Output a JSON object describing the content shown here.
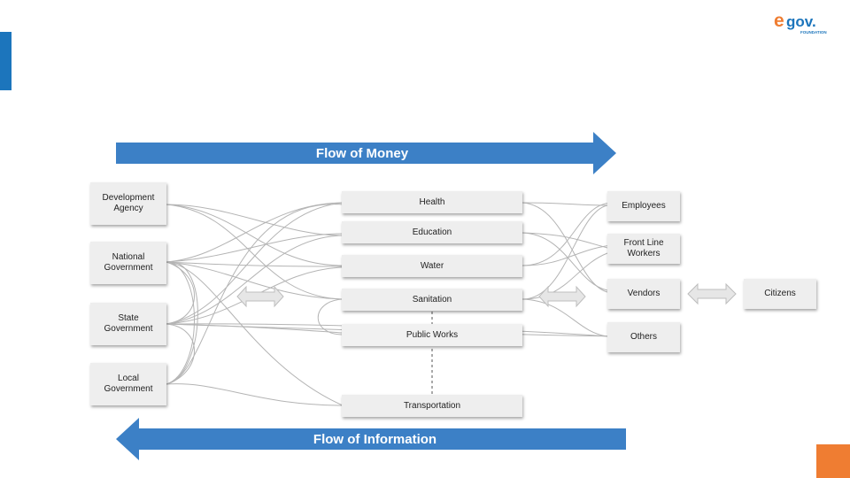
{
  "logo": {
    "text": "eGOV",
    "subtext": "FOUNDATION"
  },
  "banners": {
    "money": "Flow of Money",
    "information": "Flow of Information"
  },
  "sources": {
    "development_agency": "Development\nAgency",
    "national_government": "National\nGovernment",
    "state_government": "State\nGovernment",
    "local_government": "Local\nGovernment"
  },
  "departments": {
    "health": "Health",
    "education": "Education",
    "water": "Water",
    "sanitation": "Sanitation",
    "public_works": "Public Works",
    "transportation": "Transportation"
  },
  "recipients": {
    "employees": "Employees",
    "front_line_workers": "Front Line\nWorkers",
    "vendors": "Vendors",
    "others": "Others"
  },
  "citizens": "Citizens",
  "colors": {
    "accent_blue": "#3c80c6",
    "accent_orange": "#ef7d32",
    "box_fill": "#eeeeee",
    "connector": "#b4b4b4"
  }
}
